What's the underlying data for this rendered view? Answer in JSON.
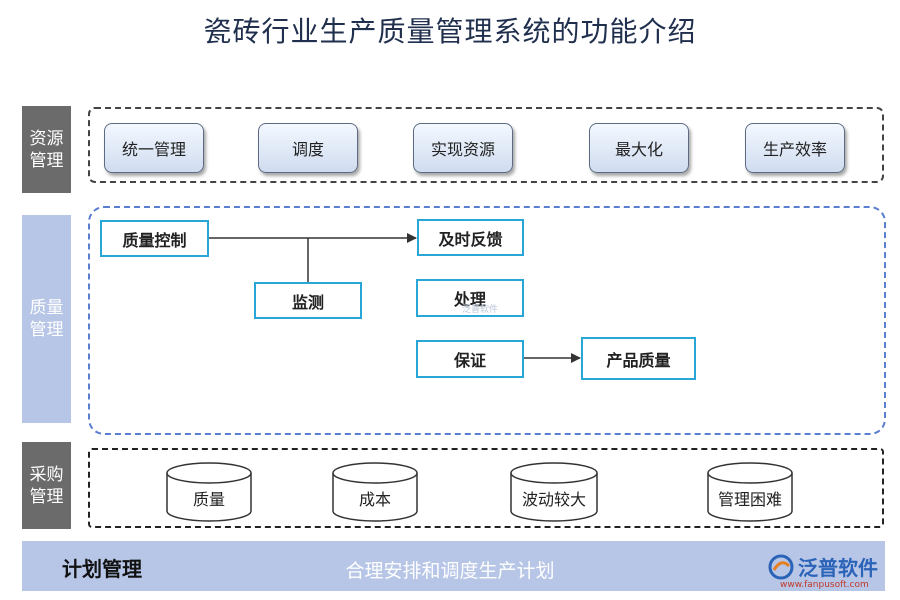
{
  "title": "瓷砖行业生产质量管理系统的功能介绍",
  "sections": {
    "resource": {
      "label": "资源\n管理",
      "items": [
        "统一管理",
        "调度",
        "实现资源",
        "最大化",
        "生产效率"
      ]
    },
    "quality": {
      "label": "质量\n管理",
      "nodes": {
        "control": "质量控制",
        "monitor": "监测",
        "feedback": "及时反馈",
        "process": "处理",
        "guarantee": "保证",
        "product": "产品质量"
      }
    },
    "purchase": {
      "label": "采购\n管理",
      "items": [
        "质量",
        "成本",
        "波动较大",
        "管理困难"
      ]
    }
  },
  "plan": {
    "label": "计划管理",
    "text": "合理安排和调度生产计划"
  },
  "brand": {
    "name": "泛普软件",
    "url": "www.fanpusoft.com",
    "watermark": "泛普软件"
  },
  "colors": {
    "dark_side": "#6b6b6b",
    "light_side": "#b7c6e6",
    "box_border": "#28a6d6",
    "brand": "#2b63b8"
  }
}
